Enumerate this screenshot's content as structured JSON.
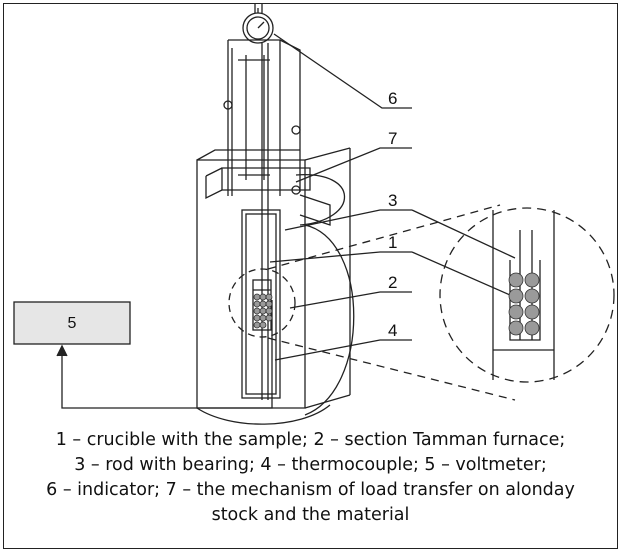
{
  "figure": {
    "callouts": [
      "6",
      "7",
      "3",
      "1",
      "2",
      "4"
    ],
    "voltmeter_box_label": "5",
    "caption_lines": [
      "1 – crucible with the sample; 2 – section Tamman furnace;",
      "3 – rod with bearing; 4 – thermocouple; 5 – voltmeter;",
      "6 – indicator; 7 – the mechanism of load transfer on alonday",
      "stock and the material"
    ]
  },
  "colors": {
    "line": "#222222",
    "box_fill": "#e6e6e6",
    "sample_fill": "#9a9a9a"
  }
}
